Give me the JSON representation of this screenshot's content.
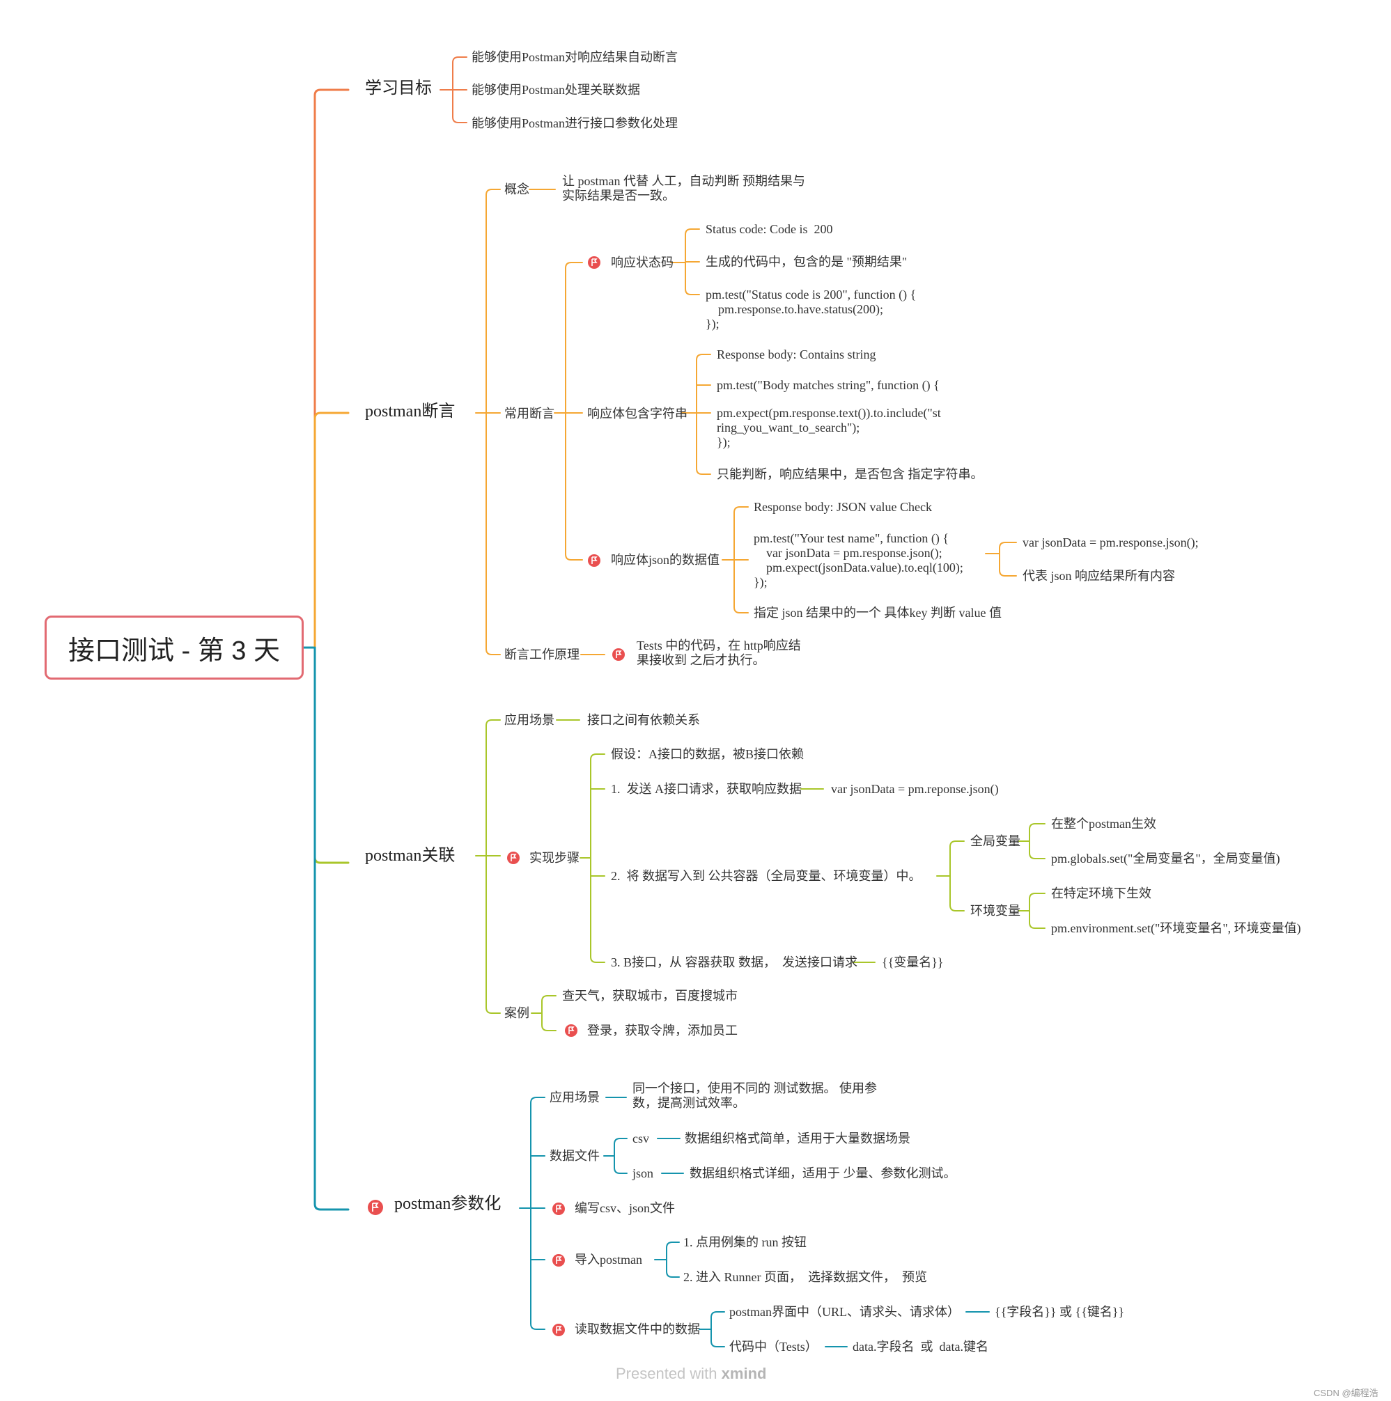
{
  "root": "接口测试 - 第 3 天",
  "colors": {
    "learn": "#ef7d4a",
    "assert": "#f5a733",
    "relate": "#a9c62a",
    "param": "#1594ad",
    "root_border": "#e26a72",
    "flag": "#e94f4f"
  },
  "learn": {
    "title": "学习目标",
    "items": [
      "能够使用Postman对响应结果自动断言",
      "能够使用Postman处理关联数据",
      "能够使用Postman进行接口参数化处理"
    ]
  },
  "assert": {
    "title": "postman断言",
    "concept": {
      "label": "概念",
      "text": "让 postman 代替 人工，自动判断 预期结果与\n实际结果是否一致。"
    },
    "common": {
      "label": "常用断言",
      "status": {
        "label": "响应状态码",
        "items": [
          "Status code: Code is  200",
          "生成的代码中，包含的是 \"预期结果\"",
          "pm.test(\"Status code is 200\", function () {\n    pm.response.to.have.status(200);\n});"
        ]
      },
      "body": {
        "label": "响应体包含字符串",
        "items": [
          "Response body: Contains string",
          "pm.test(\"Body matches string\", function () {",
          "pm.expect(pm.response.text()).to.include(\"st\nring_you_want_to_search\");\n});",
          "只能判断，响应结果中，是否包含 指定字符串。"
        ]
      },
      "json": {
        "label": "响应体json的数据值",
        "items": [
          "Response body: JSON value Check",
          "pm.test(\"Your test name\", function () {\n    var jsonData = pm.response.json();\n    pm.expect(jsonData.value).to.eql(100);\n});",
          "指定 json 结果中的一个 具体key 判断 value 值"
        ],
        "sub": [
          "var jsonData = pm.response.json();",
          "代表 json 响应结果所有内容"
        ]
      }
    },
    "principle": {
      "label": "断言工作原理",
      "text": "Tests 中的代码，在 http响应结\n果接收到 之后才执行。"
    }
  },
  "relate": {
    "title": "postman关联",
    "scene": {
      "label": "应用场景",
      "text": "接口之间有依赖关系"
    },
    "steps": {
      "label": "实现步骤",
      "assume": "假设：A接口的数据，被B接口依赖",
      "s1": {
        "label": "1.  发送 A接口请求，获取响应数据",
        "text": "var jsonData = pm.reponse.json()"
      },
      "s2": {
        "label": "2.  将 数据写入到 公共容器（全局变量、环境变量）中。",
        "global": {
          "label": "全局变量",
          "items": [
            "在整个postman生效",
            "pm.globals.set(\"全局变量名\"，全局变量值)"
          ]
        },
        "env": {
          "label": "环境变量",
          "items": [
            "在特定环境下生效",
            "pm.environment.set(\"环境变量名\", 环境变量值)"
          ]
        }
      },
      "s3": {
        "label": "3. B接口，从 容器获取 数据，  发送接口请求",
        "text": "{{变量名}}"
      }
    },
    "cases": {
      "label": "案例",
      "items": [
        "查天气，获取城市，百度搜城市",
        "登录，获取令牌，添加员工"
      ]
    }
  },
  "param": {
    "title": "postman参数化",
    "scene": {
      "label": "应用场景",
      "text": "同一个接口，使用不同的 测试数据。 使用参\n数，提高测试效率。"
    },
    "files": {
      "label": "数据文件",
      "csv": {
        "label": "csv",
        "text": "数据组织格式简单，适用于大量数据场景"
      },
      "json": {
        "label": "json",
        "text": "数据组织格式详细，适用于 少量、参数化测试。"
      }
    },
    "write": "编写csv、json文件",
    "import": {
      "label": "导入postman",
      "items": [
        "1. 点用例集的 run 按钮",
        "2. 进入 Runner 页面，  选择数据文件，  预览"
      ]
    },
    "read": {
      "label": "读取数据文件中的数据",
      "ui": {
        "label": "postman界面中（URL、请求头、请求体）",
        "text": "{{字段名}} 或 {{键名}}"
      },
      "code": {
        "label": "代码中（Tests）",
        "text": "data.字段名  或  data.键名"
      }
    }
  },
  "footer": {
    "presented": "Presented with",
    "brand": "xmind",
    "credit": "CSDN @编程浩"
  }
}
